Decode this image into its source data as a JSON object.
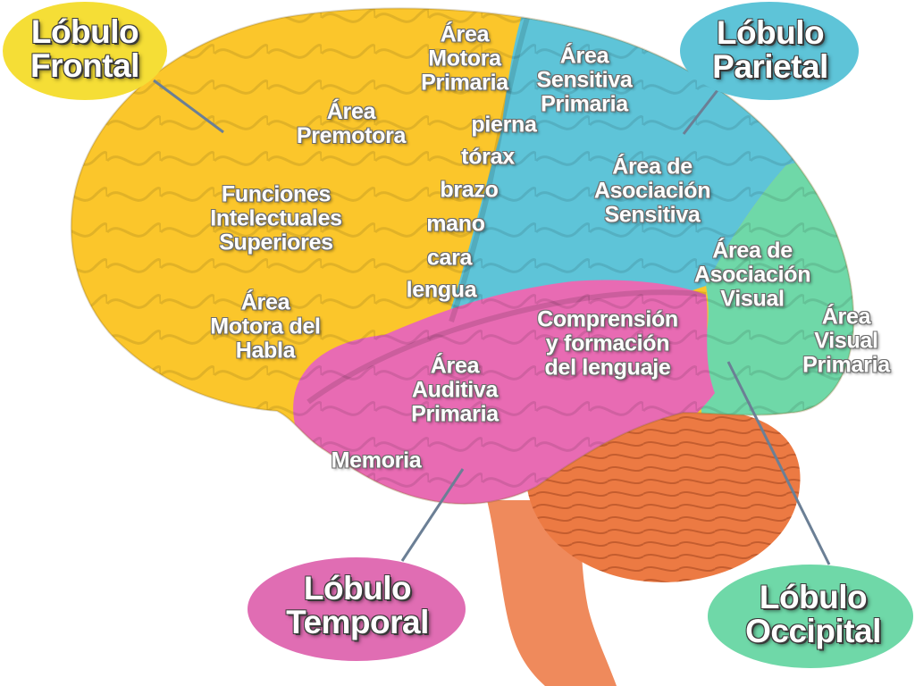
{
  "colors": {
    "frontal": "#fbc62b",
    "parietal": "#5ec4d8",
    "occipital": "#6fd8a8",
    "temporal": "#e86bb3",
    "cerebellum": "#ec7a43",
    "brainstem": "#ef8a5c"
  },
  "lobes": {
    "frontal": "Lóbulo\nFrontal",
    "parietal": "Lóbulo\nParietal",
    "temporal": "Lóbulo\nTemporal",
    "occipital": "Lóbulo\nOccipital"
  },
  "areas": {
    "motora_primaria": "Área\nMotora\nPrimaria",
    "sensitiva_primaria": "Área\nSensitiva\nPrimaria",
    "premotora": "Área\nPremotora",
    "pierna": "pierna",
    "torax": "tórax",
    "brazo": "brazo",
    "mano": "mano",
    "cara": "cara",
    "lengua": "lengua",
    "funciones": "Funciones\nIntelectuales\nSuperiores",
    "asoc_sensitiva": "Área de\nAsociación\nSensitiva",
    "asoc_visual": "Área de\nAsociación\nVisual",
    "motora_habla": "Área\nMotora del\nHabla",
    "comprension": "Comprensión\ny formación\ndel lenguaje",
    "visual_primaria": "Área\nVisual\nPrimaria",
    "auditiva_primaria": "Área\nAuditiva\nPrimaria",
    "memoria": "Memoria"
  }
}
